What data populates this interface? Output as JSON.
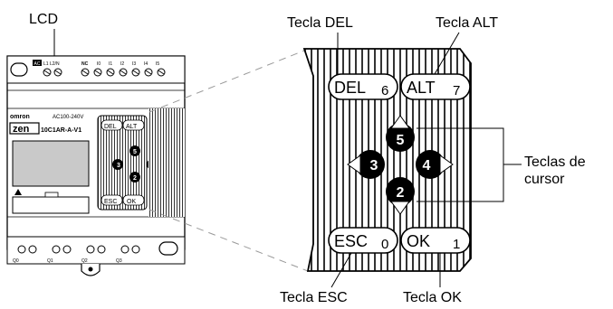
{
  "labels": {
    "lcd": "LCD",
    "tecla_del": "Tecla DEL",
    "tecla_alt": "Tecla ALT",
    "teclas_cursor_line1": "Teclas de",
    "teclas_cursor_line2": "cursor",
    "tecla_esc": "Tecla ESC",
    "tecla_ok": "Tecla OK"
  },
  "device": {
    "brand": "omron",
    "voltage": "AC100-240V",
    "logo": "zen",
    "model": "10C1AR-A-V1",
    "terminals_top": [
      "L1",
      "L2/N",
      "NC",
      "I0",
      "I1",
      "I2",
      "I3",
      "I4",
      "I5"
    ],
    "terminals_bottom": [
      "Q0",
      "Q1",
      "Q2",
      "Q3"
    ]
  },
  "keys": {
    "del": {
      "label": "DEL",
      "num": "6"
    },
    "alt": {
      "label": "ALT",
      "num": "7"
    },
    "esc": {
      "label": "ESC",
      "num": "0"
    },
    "ok": {
      "label": "OK",
      "num": "1"
    },
    "up": {
      "num": "5"
    },
    "down": {
      "num": "2"
    },
    "left": {
      "num": "3"
    },
    "right": {
      "num": "4"
    }
  }
}
